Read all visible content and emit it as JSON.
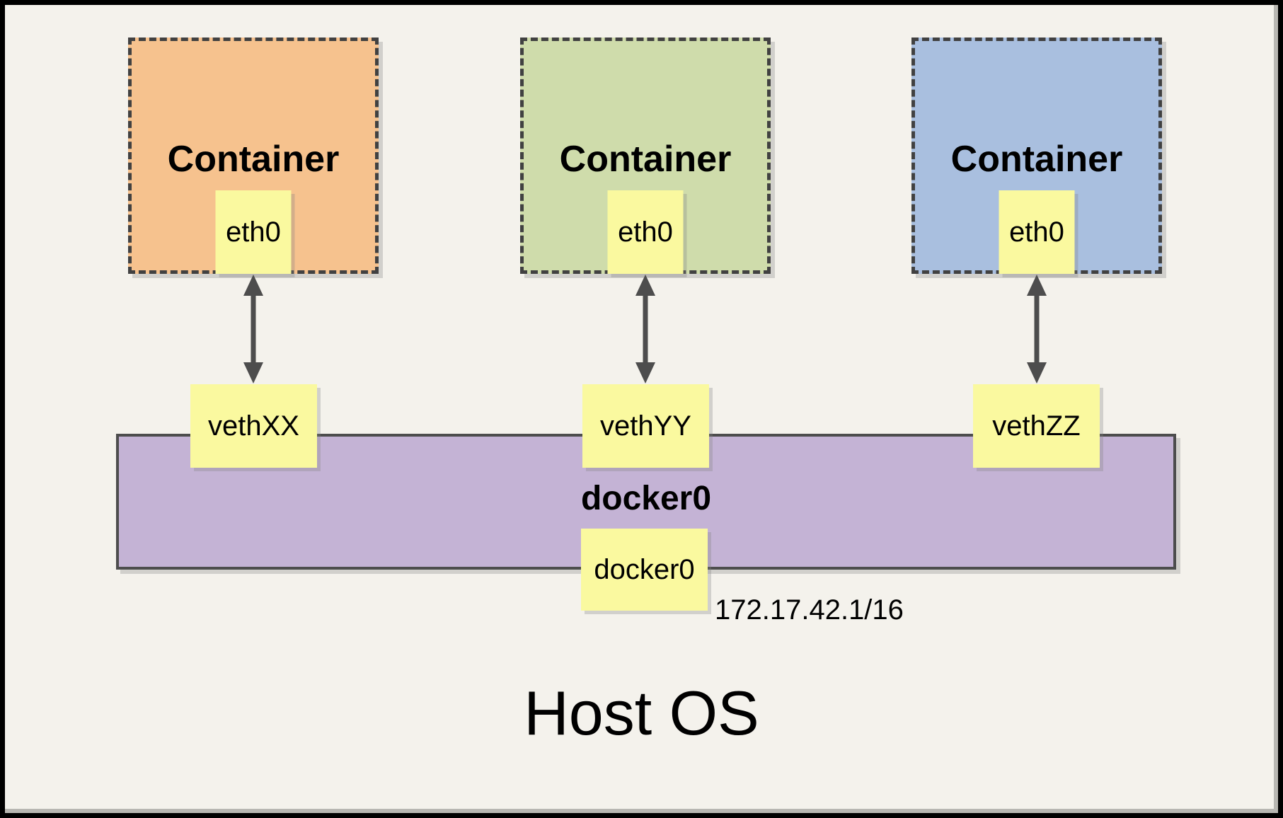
{
  "diagram": {
    "host_label": "Host OS",
    "containers": [
      {
        "label": "Container",
        "interface_label": "eth0",
        "fill": "#f6c28e"
      },
      {
        "label": "Container",
        "interface_label": "eth0",
        "fill": "#cfdcab"
      },
      {
        "label": "Container",
        "interface_label": "eth0",
        "fill": "#a9bfdf"
      }
    ],
    "veth_interfaces": [
      {
        "label": "vethXX"
      },
      {
        "label": "vethYY"
      },
      {
        "label": "vethZZ"
      }
    ],
    "bridge": {
      "label": "docker0",
      "interface_label": "docker0",
      "ip_address": "172.17.42.1/16",
      "fill": "#c4b3d5"
    },
    "colors": {
      "page_background": "#f4f2ec",
      "frame_border": "#000000",
      "note_yellow": "#faf99f",
      "dashed_border": "#414141",
      "arrow": "#4d4d4d"
    }
  }
}
